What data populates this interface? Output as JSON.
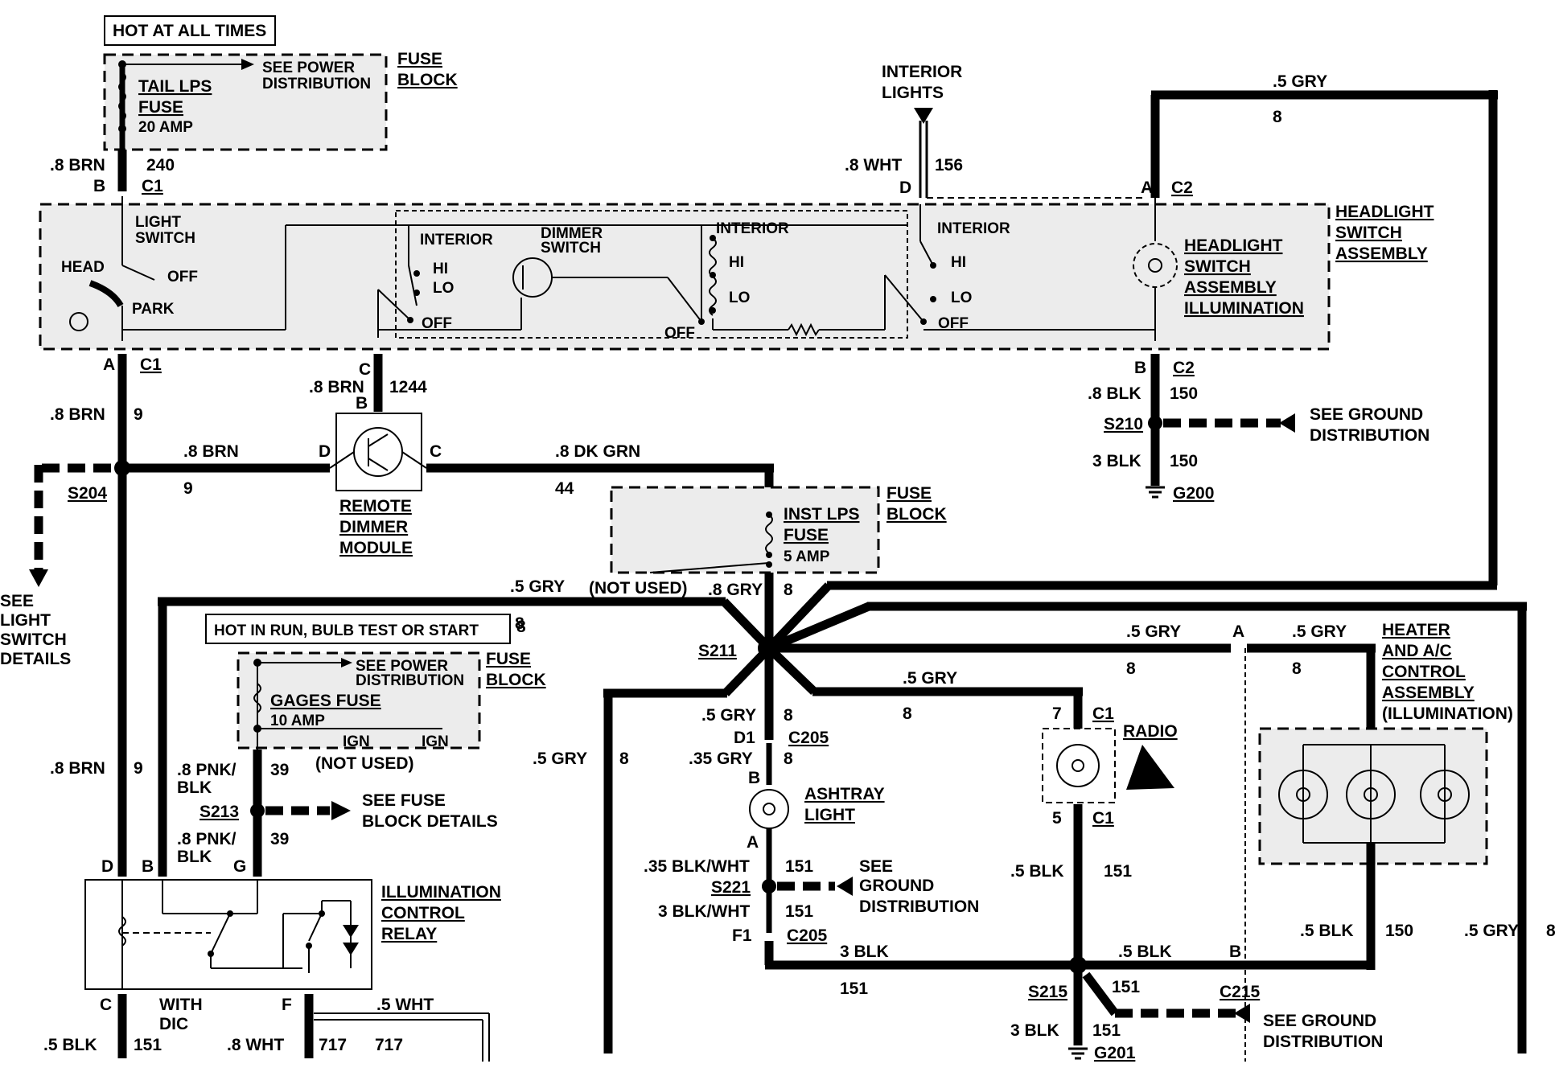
{
  "header": {
    "hot_at_all_times": "HOT AT ALL TIMES",
    "hot_in_run": "HOT IN RUN, BULB TEST OR START"
  },
  "fuse_block_top": {
    "label_line1": "FUSE",
    "label_line2": "BLOCK",
    "fuse_line1": "TAIL LPS",
    "fuse_line2": "FUSE",
    "amps": "20 AMP",
    "see_line1": "SEE POWER",
    "see_line2": "DISTRIBUTION"
  },
  "fuse_block_inst": {
    "label_line1": "FUSE",
    "label_line2": "BLOCK",
    "fuse_line1": "INST LPS",
    "fuse_line2": "FUSE",
    "amps": "5 AMP",
    "not_used": "(NOT USED)"
  },
  "fuse_block_gages": {
    "label_line1": "FUSE",
    "label_line2": "BLOCK",
    "see_line1": "SEE POWER",
    "see_line2": "DISTRIBUTION",
    "fuse": "GAGES FUSE",
    "amps": "10 AMP",
    "ign1": "IGN",
    "ign2": "IGN",
    "not_used": "(NOT USED)"
  },
  "light_switch": {
    "label_line1": "LIGHT",
    "label_line2": "SWITCH",
    "head": "HEAD",
    "off": "OFF",
    "park": "PARK"
  },
  "interior_switches": {
    "interior": "INTERIOR",
    "hi": "HI",
    "lo": "LO",
    "off": "OFF",
    "dimmer_line1": "DIMMER",
    "dimmer_line2": "SWITCH"
  },
  "interior_lights": {
    "line1": "INTERIOR",
    "line2": "LIGHTS"
  },
  "headlight_switch_assembly": {
    "line1": "HEADLIGHT",
    "line2": "SWITCH",
    "line3": "ASSEMBLY",
    "illum_line1": "HEADLIGHT",
    "illum_line2": "SWITCH",
    "illum_line3": "ASSEMBLY",
    "illum_line4": "ILLUMINATION"
  },
  "remote_dimmer": {
    "line1": "REMOTE",
    "line2": "DIMMER",
    "line3": "MODULE"
  },
  "ground_distribution": {
    "see": "SEE GROUND",
    "dist": "DISTRIBUTION",
    "see2": "SEE",
    "ground2": "GROUND",
    "dist2": "DISTRIBUTION"
  },
  "light_switch_details": {
    "line1": "SEE",
    "line2": "LIGHT",
    "line3": "SWITCH",
    "line4": "DETAILS"
  },
  "fuse_block_details": {
    "line1": "SEE FUSE",
    "line2": "BLOCK DETAILS"
  },
  "illumination_relay": {
    "line1": "ILLUMINATION",
    "line2": "CONTROL",
    "line3": "RELAY",
    "with_line1": "WITH",
    "with_line2": "DIC"
  },
  "ashtray": {
    "line1": "ASHTRAY",
    "line2": "LIGHT"
  },
  "radio": {
    "label": "RADIO"
  },
  "heater": {
    "line1": "HEATER",
    "line2": "AND A/C",
    "line3": "CONTROL",
    "line4": "ASSEMBLY",
    "line5": "(ILLUMINATION)"
  },
  "wires": {
    "brn_08": ".8 BRN",
    "n240": "240",
    "wht_08": ".8 WHT",
    "n156": "156",
    "gry_05": ".5 GRY",
    "n8": "8",
    "n1244": "1244",
    "n9": "9",
    "dkgrn_08": ".8 DK GRN",
    "n44": "44",
    "blk_08": ".8 BLK",
    "n150": "150",
    "blk_3": "3 BLK",
    "gry_08": ".8 GRY",
    "gry_035": ".35 GRY",
    "pnkblk_08_l1": ".8 PNK/",
    "pnkblk_08_l2": "BLK",
    "n39": "39",
    "blkwht_035": ".35 BLK/WHT",
    "blkwht_3": "3 BLK/WHT",
    "n151": "151",
    "blk_05": ".5 BLK",
    "wht_05": ".5 WHT",
    "n717": "717"
  },
  "connectors": {
    "c1": "C1",
    "c2": "C2",
    "c205": "C205",
    "c215": "C215",
    "pin_a": "A",
    "pin_b": "B",
    "pin_c": "C",
    "pin_d": "D",
    "pin_f": "F",
    "pin_g": "G",
    "pin_d1": "D1",
    "pin_f1": "F1",
    "pin_7": "7",
    "pin_5": "5"
  },
  "splices": {
    "s204": "S204",
    "s210": "S210",
    "s211": "S211",
    "s213": "S213",
    "s215": "S215",
    "s221": "S221"
  },
  "grounds": {
    "g200": "G200",
    "g201": "G201"
  }
}
